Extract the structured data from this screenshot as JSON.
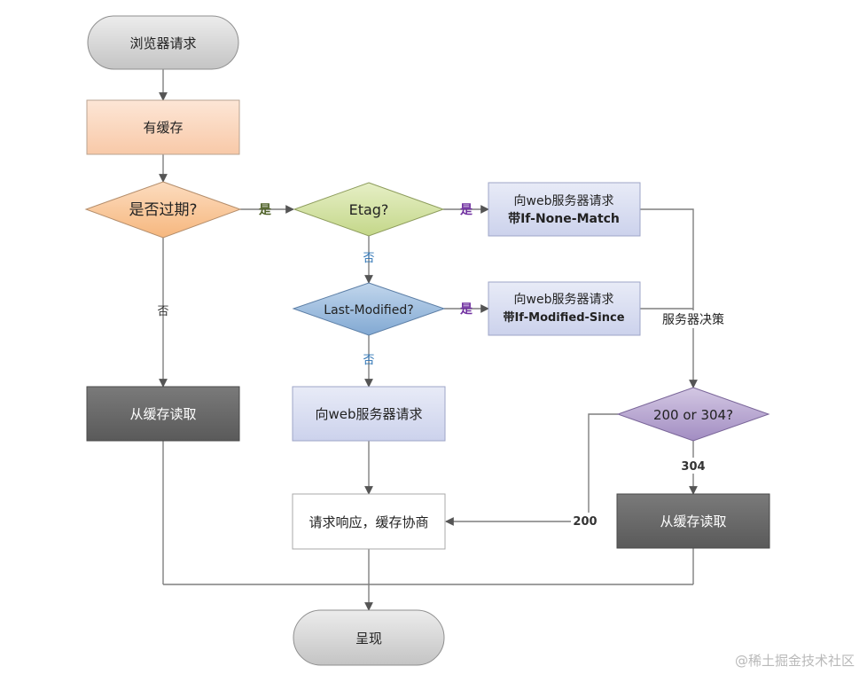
{
  "nodes": {
    "browser_request": "浏览器请求",
    "has_cache": "有缓存",
    "expired": "是否过期?",
    "etag": "Etag?",
    "etag_request_line1": "向web服务器请求",
    "etag_request_line2": "带If-None-Match",
    "last_modified": "Last-Modified?",
    "lm_request_line1": "向web服务器请求",
    "lm_request_line2": "带If-Modified-Since",
    "read_cache_left": "从缓存读取",
    "server_request": "向web服务器请求",
    "response_negotiate": "请求响应，缓存协商",
    "status_check": "200 or 304?",
    "read_cache_right": "从缓存读取",
    "render": "呈现"
  },
  "edge_labels": {
    "expired_yes": "是",
    "expired_no": "否",
    "etag_yes": "是",
    "etag_no": "否",
    "lm_yes": "是",
    "lm_no": "否",
    "server_decision": "服务器决策",
    "code_304": "304",
    "code_200": "200"
  },
  "watermark": "@稀土掘金技术社区",
  "colors": {
    "start_end_fill": "#d4d4d4",
    "cache_fill": "#fbd7c0",
    "expired_fill": "#f9c79d",
    "etag_fill": "#d5e3a5",
    "request_fill": "#d9ddf0",
    "lm_fill": "#9dbedf",
    "dark_fill": "#6c6c6c",
    "status_fill": "#b8a6d0",
    "line": "#7f7f7f",
    "yes_green": "#4f6228",
    "yes_purple": "#7030a0",
    "no_blue": "#2e74b5"
  }
}
